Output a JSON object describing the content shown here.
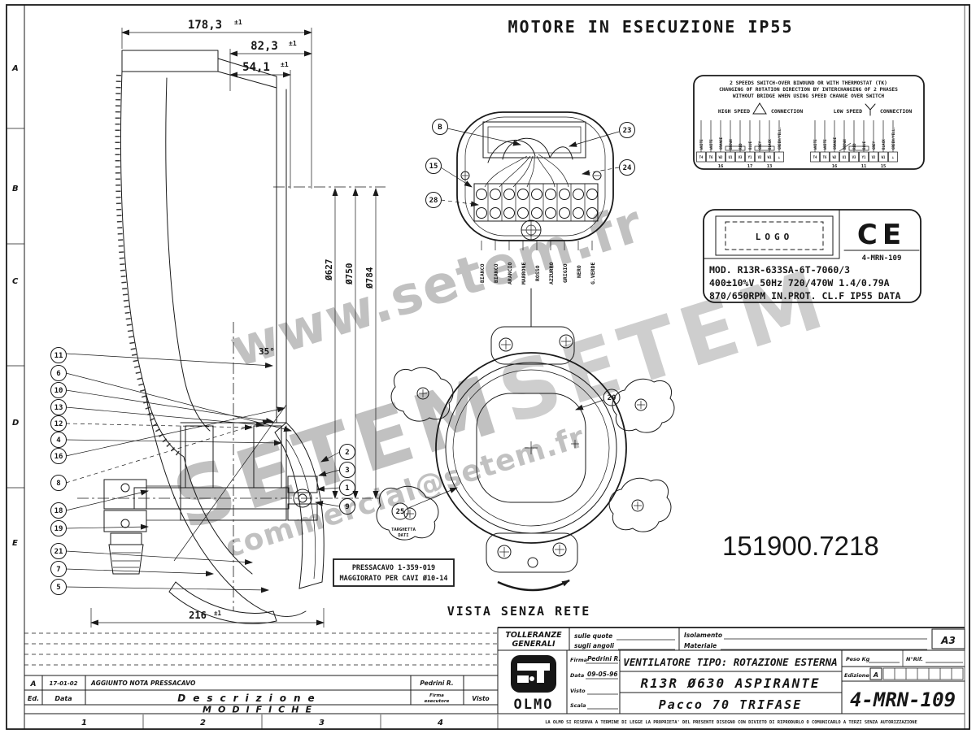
{
  "frame": {
    "zone_letters": [
      "A",
      "B",
      "C",
      "D",
      "E"
    ],
    "zone_numbers": [
      "1",
      "2",
      "3",
      "4"
    ],
    "sheet_format": "A3"
  },
  "headings": {
    "main_title": "MOTORE IN ESECUZIONE IP55",
    "front_view_caption": "VISTA SENZA RETE",
    "overlay_number": "151900.7218"
  },
  "watermark": {
    "url": "www.setem.fr",
    "brand1": "SETEM",
    "brand2": "SETEM",
    "email": "commercial@setem.fr"
  },
  "side_view": {
    "dims": {
      "total_width": {
        "value": "178,3",
        "tol": "±1"
      },
      "mid_width": {
        "value": "82,3",
        "tol": "±1"
      },
      "inner_width": {
        "value": "54,1",
        "tol": "±1"
      },
      "depth": {
        "value": "216",
        "tol": "±1"
      },
      "dia_fan": "Ø627",
      "dia_mid": "Ø750",
      "dia_outer": "Ø784",
      "blade_angle": "35°"
    },
    "callouts_left": [
      "11",
      "6",
      "10",
      "13",
      "12",
      "4",
      "16",
      "8",
      "18",
      "19",
      "21",
      "7",
      "5"
    ],
    "callouts_right": [
      "2",
      "3",
      "1",
      "9"
    ],
    "note": {
      "line1": "PRESSACAVO 1-359-019",
      "line2": "MAGGIORATO PER CAVI Ø10-14"
    }
  },
  "terminal_view": {
    "callout_b": "B",
    "callout_15": "15",
    "callout_28": "28",
    "callout_23": "23",
    "callout_24": "24",
    "wires": [
      "BIANCO",
      "BIANCO",
      "ARANCIO",
      "MARRONE",
      "ROSSO",
      "AZZURRO",
      "GRIGIO",
      "NERO",
      "G.VERDE"
    ]
  },
  "front_view": {
    "callout_20": "20",
    "callout_25": "25",
    "tag_line1": "TARGHETTA",
    "tag_line2": "DATI"
  },
  "wiring": {
    "note1": "2 SPEEDS SWITCH-OVER BIWOUND OR WITH THERMOSTAT (TK)",
    "note2": "CHANGING OF ROTATION DIRECTION BY INTERCHANGING OF 2 PHASES",
    "note3": "WITHOUT BRIDGE WHEN USING SPEED CHANGE OVER SWITCH",
    "high_speed": "HIGH SPEED",
    "high_conn": "CONNECTION",
    "low_speed": "LOW SPEED",
    "low_conn": "CONNECTION",
    "colors": [
      "WHITE",
      "WHITE",
      "ORANGE",
      "BROWN",
      "RED",
      "BLUE",
      "GREY",
      "BLACK",
      "GREEN/YELL."
    ],
    "hs_terms": [
      "T4",
      "T6",
      "W2",
      "U1",
      "V3",
      "Y1",
      "V2",
      "W1",
      "⊥"
    ],
    "ls_terms": [
      "T4",
      "T6",
      "W2",
      "U1",
      "V3",
      "Y1",
      "V2",
      "W1",
      "⊥"
    ],
    "hs_nums": [
      "16",
      "17",
      "13"
    ],
    "ls_nums": [
      "16",
      "11",
      "15"
    ]
  },
  "nameplate": {
    "logo": "LOGO",
    "ce": "CE",
    "code": "4-MRN-109",
    "model": "MOD. R13R-633SA-6T-7060/3",
    "rating1": "400±10%V  50Hz  720/470W  1.4/0.79A",
    "rating2": "870/650RPM IN.PROT. CL.F IP55  DATA"
  },
  "title_block": {
    "toll1": "TOLLERANZE",
    "toll2": "GENERALI",
    "sulle_quote": "sulle quote",
    "sugli_angoli": "sugli angoli",
    "isolamento": "Isolamento",
    "materiale": "Materiale",
    "logo": "OLMO",
    "firma_label": "Firma",
    "firma": "Pedrini R.",
    "data_label": "Data",
    "data": "09-05-96",
    "visto_label": "Visto",
    "scala_label": "Scala",
    "product1": "VENTILATORE TIPO: ROTAZIONE ESTERNA",
    "product2": "R13R Ø630 ASPIRANTE",
    "product3": "Pacco 70  TRIFASE",
    "peso_label": "Peso Kg",
    "rif_label": "N°Rif.",
    "edizione_label": "Edizione",
    "edizione": "A",
    "dwg_no": "4-MRN-109",
    "disclaimer": "LA OLMO SI RISERVA A TERMINE DI LEGGE LA PROPRIETA' DEL PRESENTE DISEGNO CON DIVIETO DI RIPRODURLO O COMUNICARLO A TERZI SENZA AUTORIZZAZIONE"
  },
  "revisions": {
    "ed_label": "Ed.",
    "data_label": "Data",
    "descrizione_label": "Descrizione",
    "firma_label1": "Firma",
    "firma_label2": "esecutore",
    "visto_label": "Visto",
    "modifiche": "MODIFICHE",
    "row": {
      "ed": "A",
      "date": "17-01-02",
      "desc": "AGGIUNTO NOTA PRESSACAVO",
      "firma": "Pedrini R."
    }
  }
}
